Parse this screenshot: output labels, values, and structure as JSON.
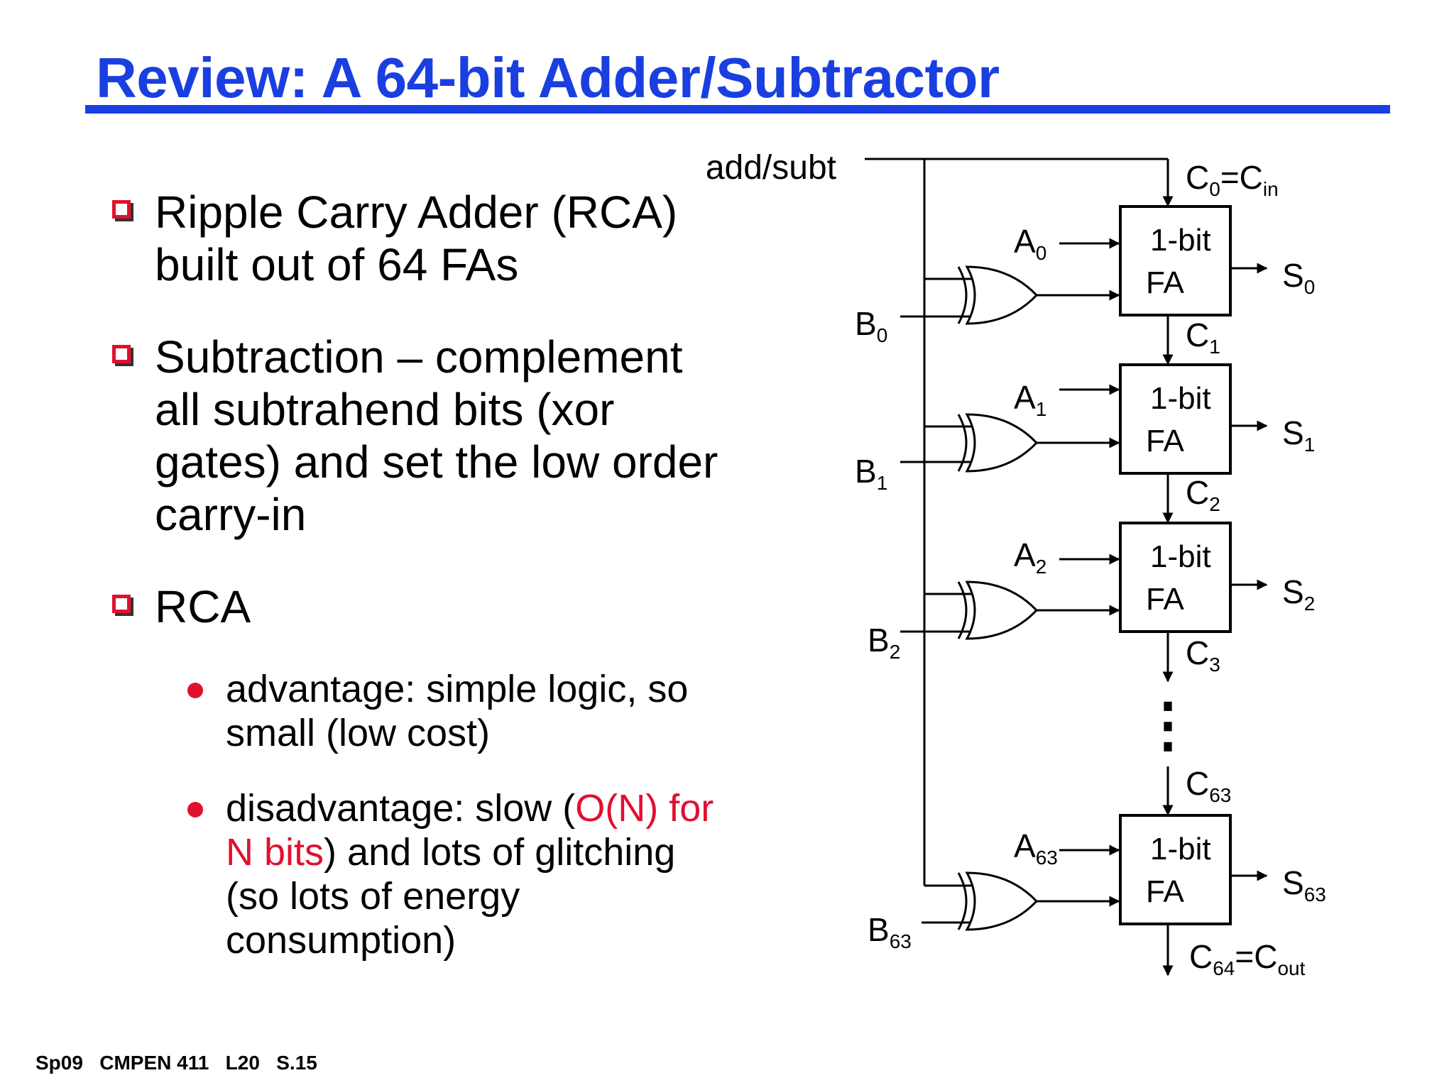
{
  "title": "Review: A 64-bit Adder/Subtractor",
  "bullets": [
    {
      "text": "Ripple Carry Adder (RCA) built out of 64 FAs"
    },
    {
      "text": "Subtraction – complement all subtrahend bits (xor gates) and set the low order carry-in"
    },
    {
      "text": "RCA"
    }
  ],
  "sub_bullets": {
    "advantage": "advantage:  simple logic, so small  (low cost)",
    "disadvantage_pre": "disadvantage:  slow (",
    "disadvantage_red": "O(N) for N bits",
    "disadvantage_post": ") and lots of glitching (so lots of energy consumption)"
  },
  "footer": "Sp09   CMPEN 411   L20   S.15",
  "diagram": {
    "control_label": "add/subt",
    "block_line1": "1-bit",
    "block_line2": "FA",
    "ellipsis": "⋮",
    "carry_in": {
      "main": "C",
      "sub": "0",
      "eq": "=C",
      "sub2": "in"
    },
    "carry_out": {
      "main": "C",
      "sub": "64",
      "eq": "=C",
      "sub2": "out"
    },
    "stages": [
      {
        "a": "A",
        "b": "B",
        "s": "S",
        "c": "C",
        "idx": "0",
        "cidx": "1"
      },
      {
        "a": "A",
        "b": "B",
        "s": "S",
        "c": "C",
        "idx": "1",
        "cidx": "2"
      },
      {
        "a": "A",
        "b": "B",
        "s": "S",
        "c": "C",
        "idx": "2",
        "cidx": "3"
      },
      {
        "a": "A",
        "b": "B",
        "s": "S",
        "c": "C",
        "idx": "63",
        "cidx": "63"
      }
    ]
  },
  "colors": {
    "title": "#1a3fe0",
    "accent": "#e0102f"
  }
}
